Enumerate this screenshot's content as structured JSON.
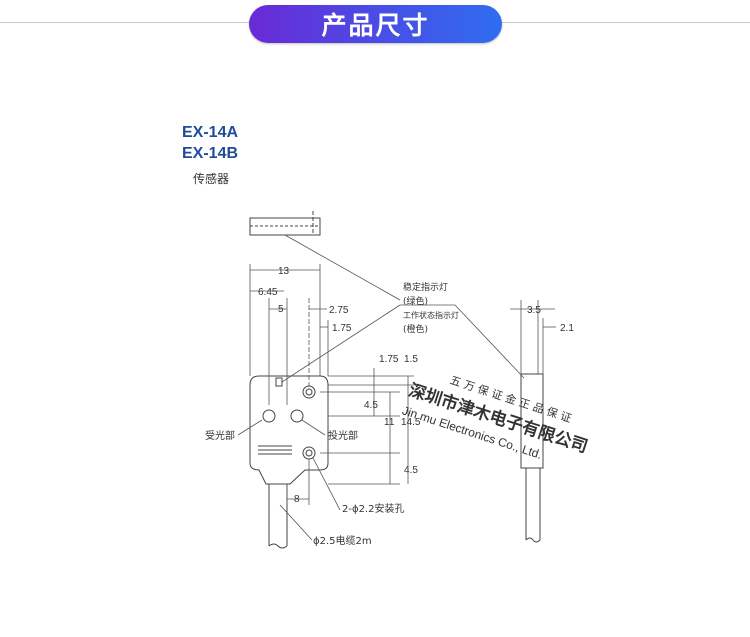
{
  "header": {
    "title": "产品尺寸"
  },
  "models": [
    "EX-14A",
    "EX-14B"
  ],
  "subtitle": "传感器",
  "labels": {
    "stable_indicator": "稳定指示灯",
    "green": "(绿色)",
    "operation_indicator": "工作状态指示灯",
    "orange": "(橙色)",
    "receiver": "受光部",
    "emitter": "投光部",
    "mounting_holes": "2-ϕ2.2安装孔",
    "cable": "ϕ2.5电缆2m"
  },
  "dimensions": {
    "d13": "13",
    "d645": "6.45",
    "d5": "5",
    "d275": "2.75",
    "d175a": "1.75",
    "d175b": "1.75",
    "d15": "1.5",
    "d45a": "4.5",
    "d11": "11",
    "d145": "14.5",
    "d45b": "4.5",
    "d8": "8",
    "d35": "3.5",
    "d21": "2.1"
  },
  "watermark": {
    "line1": "五 万 保 证 金   正 品 保 证",
    "line2": "深圳市津木电子有限公司",
    "line3": "Jin mu Electronics Co., Ltd."
  }
}
